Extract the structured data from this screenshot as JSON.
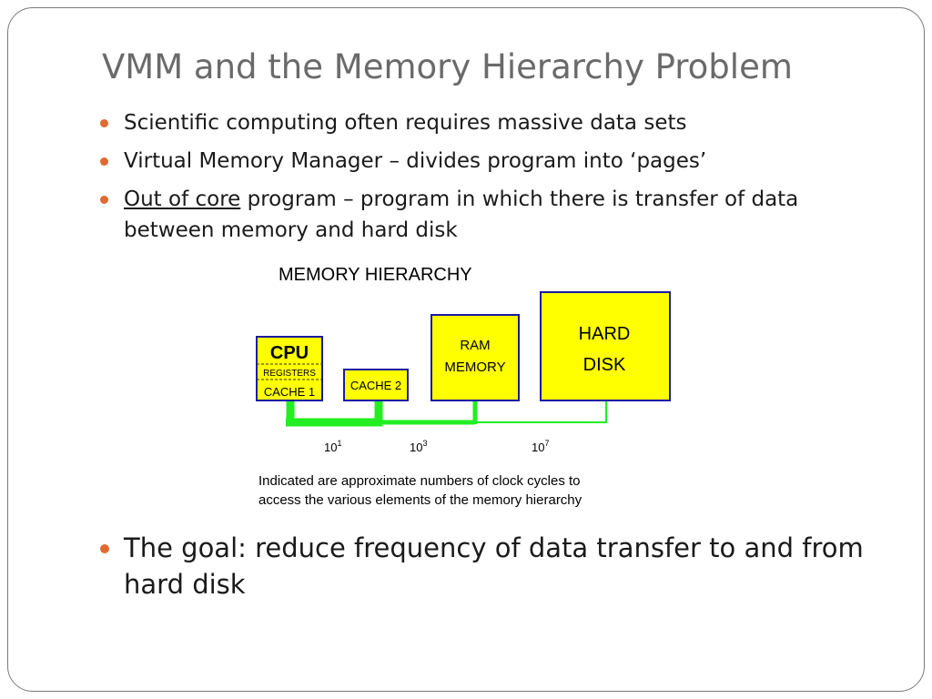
{
  "slide": {
    "title": "VMM and the Memory Hierarchy Problem",
    "bullets": [
      {
        "text": "Scientific computing often requires massive data sets"
      },
      {
        "text": "Virtual Memory Manager – divides program into ‘pages’"
      },
      {
        "underlined": "Out of core",
        "text": " program – program in which there is transfer of data between memory and hard disk"
      }
    ],
    "goal": "The goal: reduce frequency of data transfer to and from hard disk"
  },
  "diagram": {
    "title": "MEMORY HIERARCHY",
    "cpu_label": "CPU",
    "registers_label": "REGISTERS",
    "cache1_label": "CACHE 1",
    "cache2_label": "CACHE 2",
    "ram_line1": "RAM",
    "ram_line2": "MEMORY",
    "disk_line1": "HARD",
    "disk_line2": "DISK",
    "cycles": [
      {
        "base": "10",
        "exp": "1"
      },
      {
        "base": "10",
        "exp": "3"
      },
      {
        "base": "10",
        "exp": "7"
      }
    ],
    "caption_line1": "Indicated are approximate numbers of clock cycles to",
    "caption_line2": "access the various elements of the memory hierarchy",
    "colors": {
      "box_fill": "#ffff00",
      "box_border": "#1a1aa0",
      "bus": "#22ee22"
    }
  }
}
